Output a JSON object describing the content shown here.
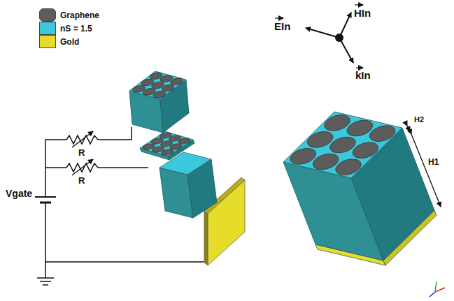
{
  "diagram": {
    "labels": [
      "R",
      "R",
      "Vgate",
      "EIn",
      "HIn",
      "kIn",
      "H2",
      "H1"
    ],
    "legend": [
      {
        "text": "Graphene",
        "color": "#5c5c5c"
      },
      {
        "text": "nS = 1.5",
        "color": "#3cc8dc"
      },
      {
        "text": "Gold",
        "color": "#e8dc2a"
      }
    ]
  }
}
